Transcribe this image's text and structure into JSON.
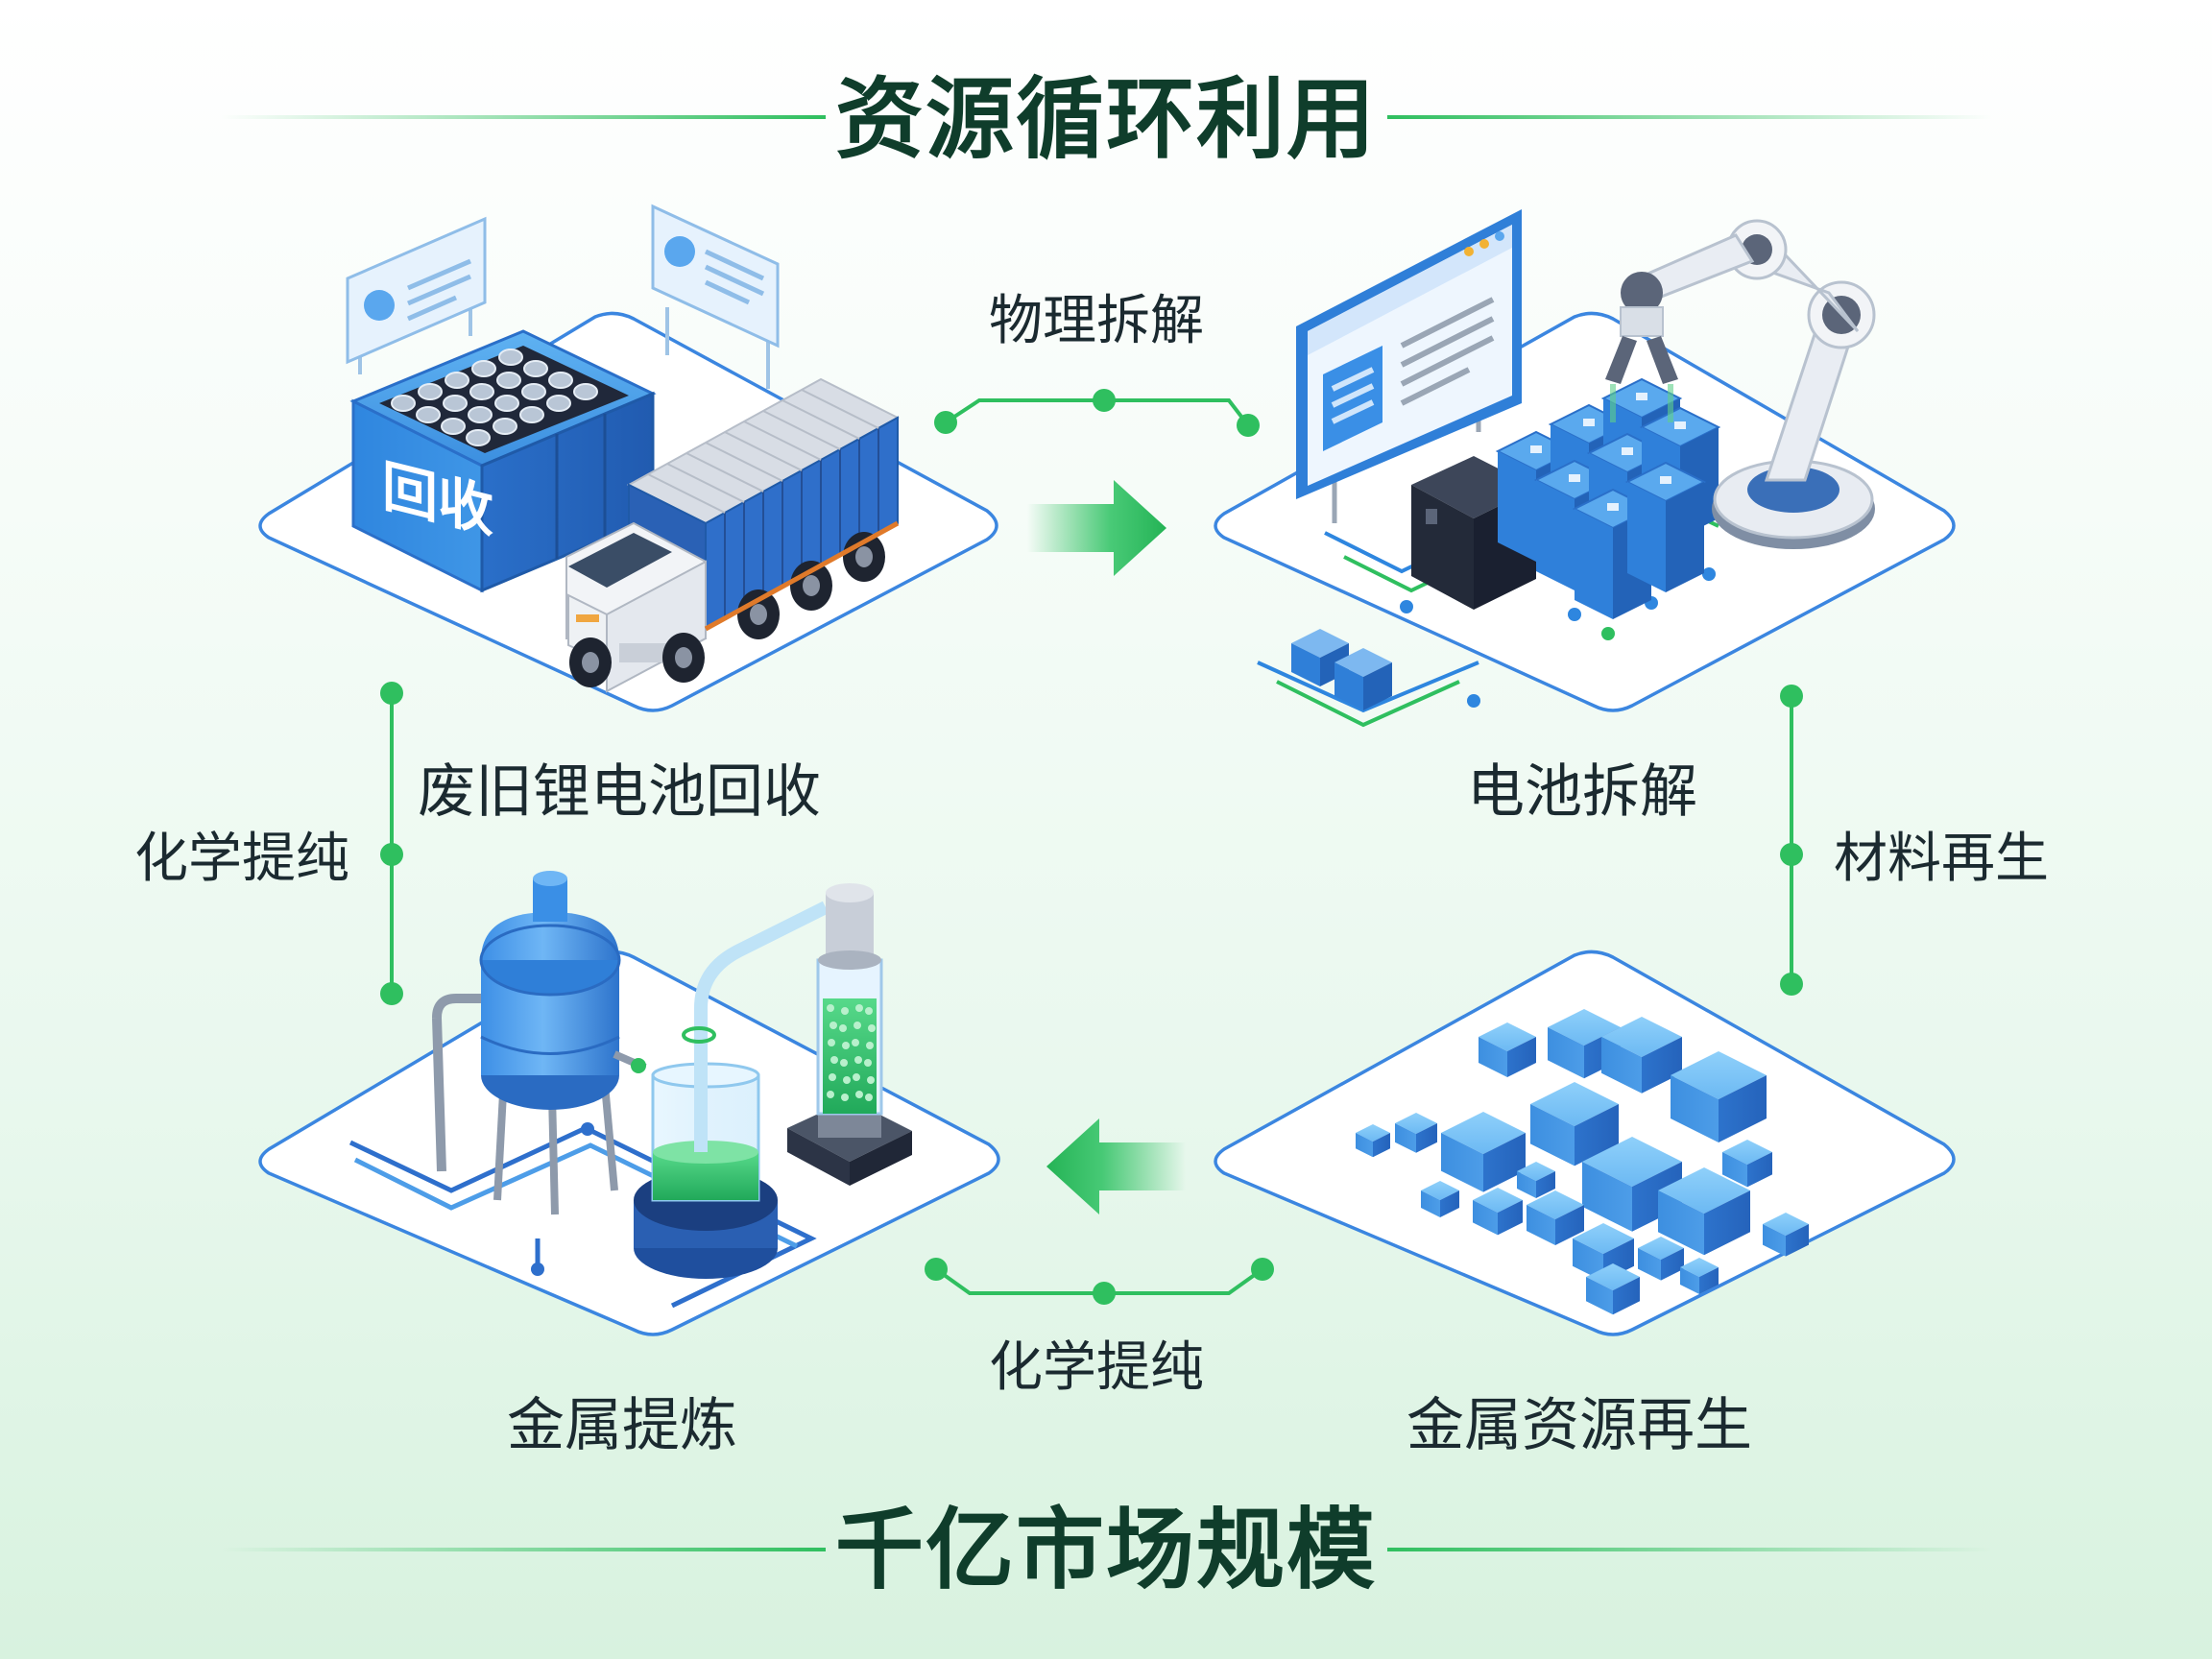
{
  "title_top": "资源循环利用",
  "title_bottom": "千亿市场规模",
  "stages": {
    "recycle": "废旧锂电池回收",
    "dismantle": "电池拆解",
    "refine": "金属提炼",
    "regen": "金属资源再生"
  },
  "connectors": {
    "top": "物理拆解",
    "right": "材料再生",
    "bottom": "化学提纯",
    "left": "化学提纯"
  },
  "bin_label": "回收",
  "colors": {
    "accent_green": "#2fbf5f",
    "platform_blue": "#2f7fd8",
    "title_dark_green": "#0f3d2b"
  }
}
